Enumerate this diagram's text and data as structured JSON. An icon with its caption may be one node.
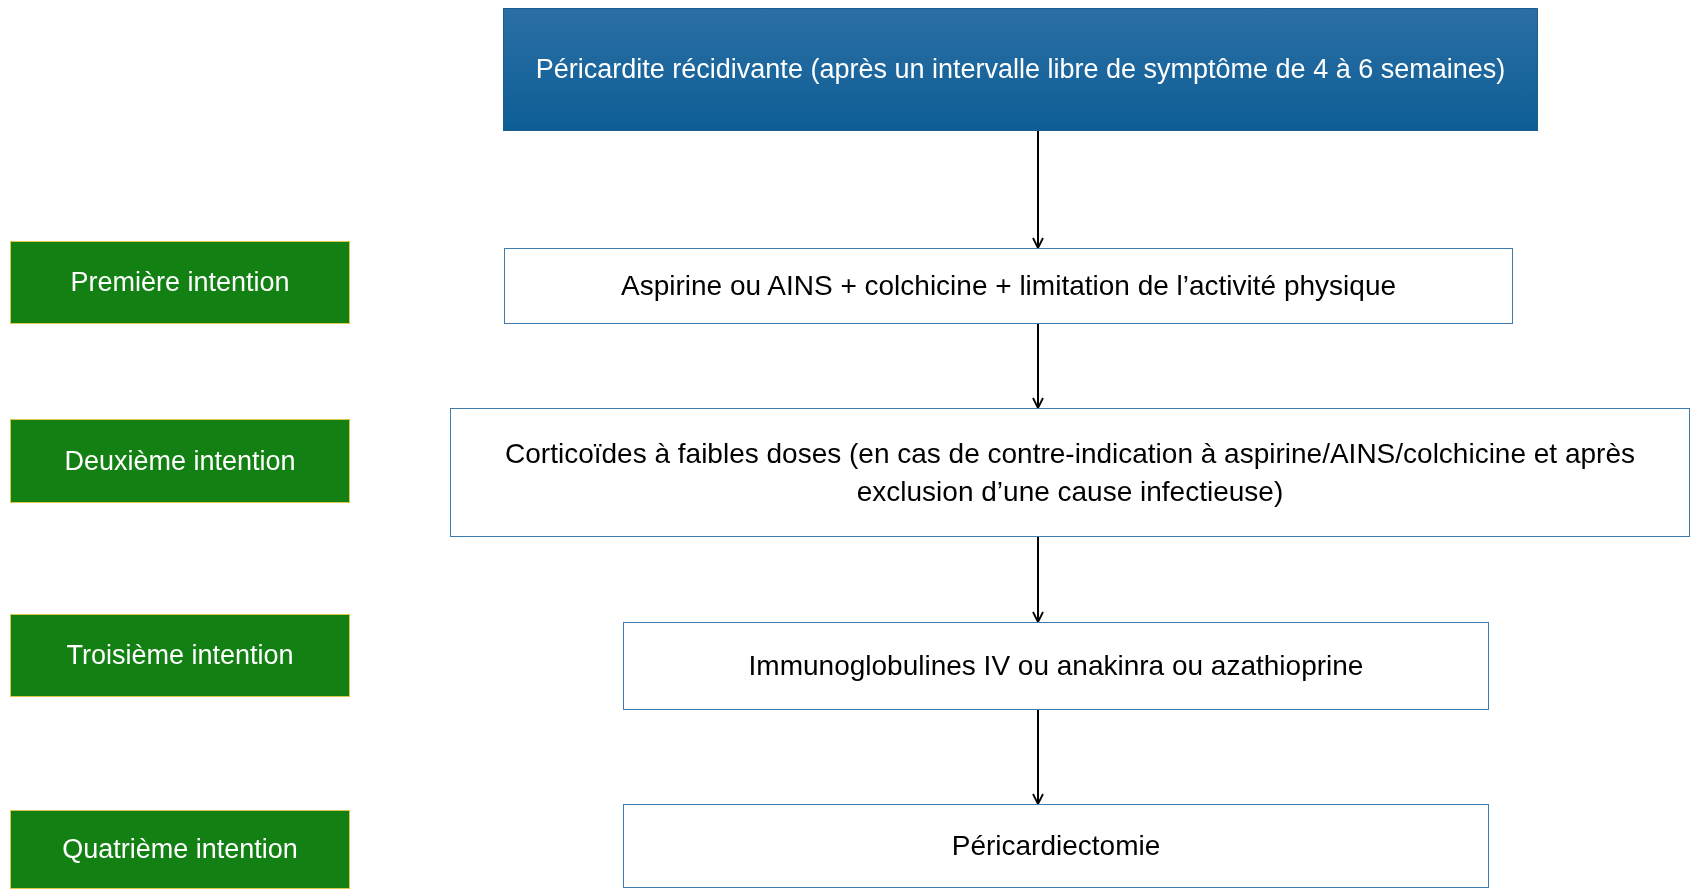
{
  "diagram": {
    "nodes": [
      {
        "text": [
          "Péricardite récidivante (après un intervalle libre de symptôme de 4 à 6 semaines)"
        ]
      },
      {
        "text": [
          "Première intention"
        ]
      },
      {
        "text": [
          "Aspirine ou AINS + colchicine + limitation de l’activité physique"
        ]
      },
      {
        "text": [
          "Deuxième intention"
        ]
      },
      {
        "text": [
          "Corticoïdes à faibles doses (en cas de contre-indication à aspirine/AINS/colchicine et après exclusion d’une cause infectieuse)"
        ]
      },
      {
        "text": [
          "Troisième intention"
        ]
      },
      {
        "text": [
          "Immunoglobulines IV ou anakinra ou azathioprine"
        ]
      },
      {
        "text": [
          "Quatrième intention"
        ]
      },
      {
        "text": [
          "Péricardiectomie"
        ]
      }
    ],
    "edges": [
      {
        "from": 0,
        "to": 2,
        "arrow": "to"
      },
      {
        "from": 2,
        "to": 4,
        "arrow": "to"
      },
      {
        "from": 4,
        "to": 6,
        "arrow": "to"
      },
      {
        "from": 6,
        "to": 8,
        "arrow": "to"
      }
    ]
  }
}
